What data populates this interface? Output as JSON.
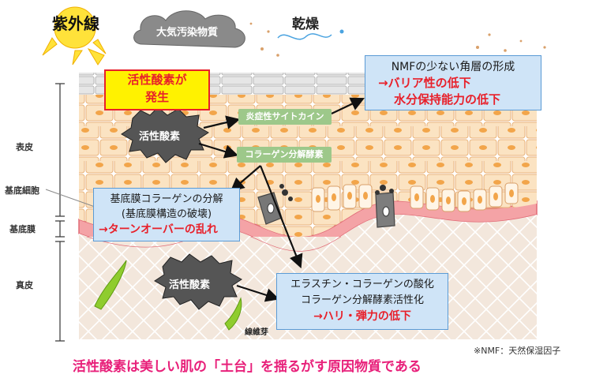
{
  "top": {
    "uv": "紫外線",
    "pollution": "大気汚染物質",
    "dryness": "乾燥"
  },
  "layers": {
    "epidermis": "表皮",
    "basal_cell": "基底細胞",
    "basement_membrane": "基底膜",
    "dermis": "真皮"
  },
  "ros_generated_box": {
    "line1": "活性酸素が",
    "line2": "発生"
  },
  "burst_upper": "活性酸素",
  "burst_lower": "活性酸素",
  "green_labels": {
    "cytokine": "炎症性サイトカイン",
    "collagenase": "コラーゲン分解酵素"
  },
  "nmf_box": {
    "line1": "NMFの少ない角層の形成",
    "line2": "→バリア性の低下",
    "line3": "水分保持能力の低下"
  },
  "basement_box": {
    "line1": "基底膜コラーゲンの分解",
    "line2": "(基底膜構造の破壊)",
    "line3": "→ターンオーバーの乱れ"
  },
  "elastin_box": {
    "line1": "エラスチン・コラーゲンの酸化",
    "line2": "コラーゲン分解酵素活性化",
    "line3": "→ハリ・弾力の低下"
  },
  "fibroblast_label": "線維芽",
  "footnote": "※NMF：天然保湿因子",
  "caption": "活性酸素は美しい肌の「土台」を揺るがす原因物質である"
}
